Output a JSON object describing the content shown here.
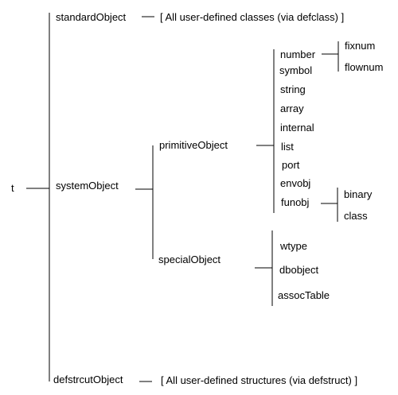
{
  "tree": {
    "root": "t",
    "standard_object": {
      "label": "standardObject",
      "note": "[ All user-defined classes (via defclass) ]"
    },
    "system_object": {
      "label": "systemObject",
      "primitive_object": {
        "label": "primitiveObject",
        "children": [
          "number",
          "symbol",
          "string",
          "array",
          "internal",
          "list",
          "port",
          "envobj",
          "funobj"
        ],
        "number_children": [
          "fixnum",
          "flownum"
        ],
        "funobj_children": [
          "binary",
          "class"
        ]
      },
      "special_object": {
        "label": "specialObject",
        "children": [
          "wtype",
          "dbobject",
          "assocTable"
        ]
      }
    },
    "defstruct_object": {
      "label": "defstrcutObject",
      "note": "[ All user-defined structures (via defstruct) ]"
    }
  }
}
